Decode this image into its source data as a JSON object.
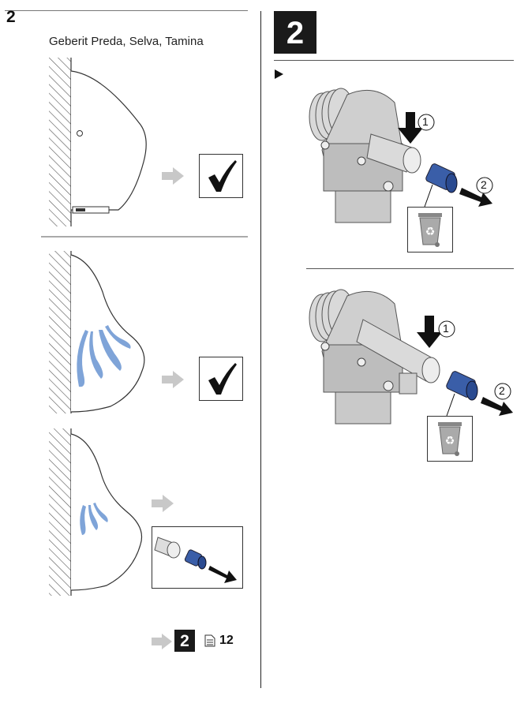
{
  "step": {
    "number": "2"
  },
  "product": {
    "names": "Geberit Preda, Selva, Tamina"
  },
  "right_panel": {
    "step_number": "2"
  },
  "callouts": {
    "one": "1",
    "two": "2"
  },
  "footer": {
    "step": "2",
    "page": "12"
  },
  "icons": [
    "check-icon",
    "arrow-right-icon",
    "recycle-bin-icon",
    "document-icon",
    "play-marker-icon"
  ],
  "colors": {
    "water": "#7fa4d8",
    "cartridge": "#3a5ea8",
    "arrow": "#c8c8c8",
    "dark": "#1a1a1a"
  }
}
